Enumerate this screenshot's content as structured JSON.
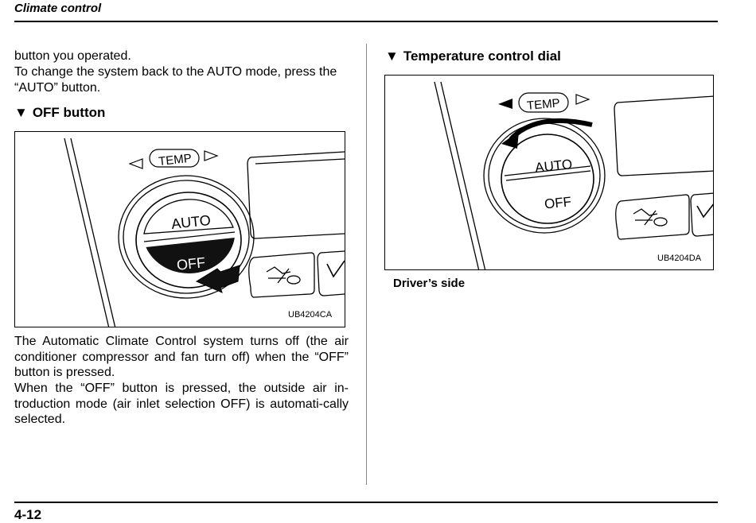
{
  "header": {
    "title": "Climate control"
  },
  "left_column": {
    "intro_lines": [
      "button you operated.",
      "To change the system back to the AUTO mode, press the “AUTO” button."
    ],
    "off_section": {
      "heading": "OFF button",
      "figure": {
        "code": "UB4204CA",
        "labels": {
          "temp": "TEMP",
          "auto": "AUTO",
          "off": "OFF"
        }
      },
      "paragraphs": [
        "The Automatic Climate Control system turns off (the air conditioner compressor and fan turn off) when the “OFF” button is pressed.",
        "When the “OFF” button is pressed, the outside air in-troduction mode (air inlet selection OFF) is automati-cally selected."
      ]
    }
  },
  "right_column": {
    "temp_section": {
      "heading": "Temperature control dial",
      "figure": {
        "code": "UB4204DA",
        "labels": {
          "temp": "TEMP",
          "auto": "AUTO",
          "off": "OFF"
        }
      },
      "caption": "Driver’s side"
    }
  },
  "footer": {
    "page_number": "4-12"
  }
}
